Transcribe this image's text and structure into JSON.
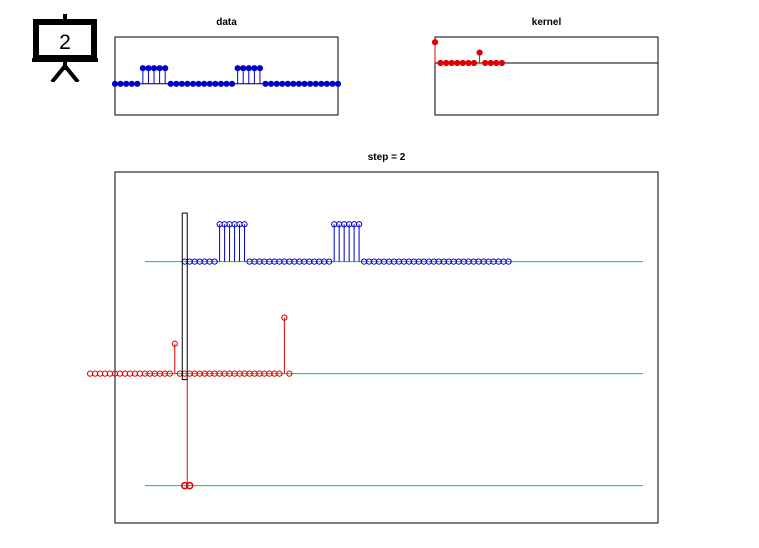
{
  "badge": {
    "number": "2"
  },
  "chart_data": [
    {
      "id": "data",
      "type": "stem",
      "title": "data",
      "color": "#0000cc",
      "xlim": [
        1,
        41
      ],
      "ylim": [
        -1,
        1.5
      ],
      "baseline": 0,
      "x": [
        1,
        2,
        3,
        4,
        5,
        6,
        7,
        8,
        9,
        10,
        11,
        12,
        13,
        14,
        15,
        16,
        17,
        18,
        19,
        20,
        21,
        22,
        23,
        24,
        25,
        26,
        27,
        28,
        29,
        30,
        31,
        32,
        33,
        34,
        35,
        36,
        37,
        38,
        39,
        40,
        41
      ],
      "values": [
        0,
        0,
        0,
        0,
        0,
        0.5,
        0.5,
        0.5,
        0.5,
        0.5,
        0,
        0,
        0,
        0,
        0,
        0,
        0,
        0,
        0,
        0,
        0,
        0,
        0.5,
        0.5,
        0.5,
        0.5,
        0.5,
        0,
        0,
        0,
        0,
        0,
        0,
        0,
        0,
        0,
        0,
        0,
        0,
        0,
        0
      ]
    },
    {
      "id": "kernel",
      "type": "stem",
      "title": "kernel",
      "color": "#dd0000",
      "xlim": [
        1,
        41
      ],
      "ylim": [
        -1,
        0.5
      ],
      "baseline": 0,
      "x": [
        1,
        2,
        3,
        4,
        5,
        6,
        7,
        8,
        9,
        10,
        11,
        12,
        13
      ],
      "values": [
        0.4,
        0,
        0,
        0,
        0,
        0,
        0,
        0,
        0.2,
        0,
        0,
        0,
        0
      ]
    },
    {
      "id": "step",
      "type": "convolution-step",
      "title": "step = 2",
      "step": 2,
      "xlim": [
        -14,
        95
      ],
      "ylim": [
        -3.5,
        1.2
      ],
      "rows_y": [
        0,
        -1.5,
        -3
      ],
      "guide_x": [
        -8,
        92
      ],
      "signal": {
        "color": "#0000cc",
        "x_start": 0,
        "values": [
          0,
          0,
          0,
          0,
          0,
          0,
          0,
          0.5,
          0.5,
          0.5,
          0.5,
          0.5,
          0.5,
          0,
          0,
          0,
          0,
          0,
          0,
          0,
          0,
          0,
          0,
          0,
          0,
          0,
          0,
          0,
          0,
          0,
          0.5,
          0.5,
          0.5,
          0.5,
          0.5,
          0.5,
          0,
          0,
          0,
          0,
          0,
          0,
          0,
          0,
          0,
          0,
          0,
          0,
          0,
          0,
          0,
          0,
          0,
          0,
          0,
          0,
          0,
          0,
          0,
          0,
          0,
          0,
          0,
          0,
          0,
          0
        ]
      },
      "kernel": {
        "color": "#dd0000",
        "x_start": -19,
        "values": [
          0,
          0,
          0,
          0,
          0,
          0,
          0,
          0,
          0,
          0,
          0,
          0,
          0,
          0,
          0,
          0,
          0,
          0.4,
          0,
          0,
          0,
          0,
          0,
          0,
          0,
          0,
          0,
          0,
          0,
          0,
          0,
          0,
          0,
          0,
          0,
          0,
          0,
          0,
          0,
          0.75,
          0
        ]
      },
      "output": {
        "color": "#dd0000",
        "x": [
          0,
          1
        ],
        "values": [
          0,
          0
        ]
      },
      "active_sample_x": 0,
      "window": {
        "x_from": -0.5,
        "x_to": 0.5
      }
    }
  ]
}
